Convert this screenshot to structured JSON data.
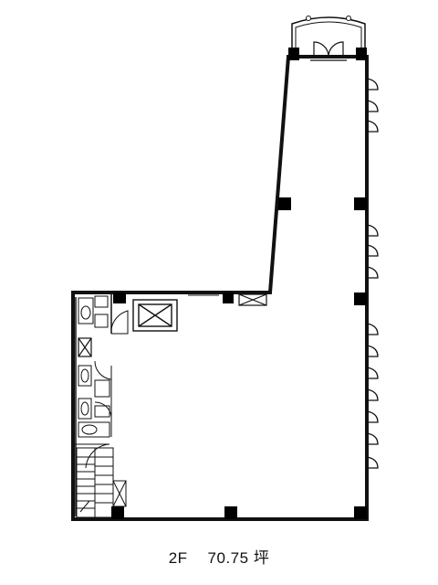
{
  "plan": {
    "floor_label": "2F",
    "area_value": "70.75",
    "area_unit": "坪"
  },
  "legend": {
    "elevator_icon": "elevator-shaft-icon",
    "stair_icon": "staircase-icon",
    "door_icon": "door-swing-icon",
    "window_icon": "bay-window-icon",
    "column_icon": "structural-column-icon",
    "toilet_icon": "toilet-fixture-icon"
  },
  "colors": {
    "wall": "#000000",
    "background": "#ffffff",
    "line": "#111111"
  }
}
